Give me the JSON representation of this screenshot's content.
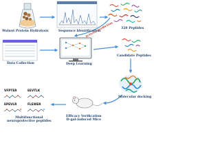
{
  "labels": {
    "walnut": "Walnut Protein Hydrolysis",
    "sequence": "Sequence Identification",
    "peptides_count": "328 Peptides",
    "data_collection": "Data Collection",
    "deep_learning": "Deep Learning",
    "candidate": "Candidate Peptides",
    "activity": "Activity prediction",
    "multifunctional": "Multifunctional\nneuroprotective peptides",
    "efficacy": "Efficacy Verification\nD-gal-induced Mice",
    "docking": "Molecular docking"
  },
  "peptides": [
    "VFPTER",
    "EEVTLK",
    "EPEVLR",
    "FLEWER"
  ],
  "colors": {
    "arrow_blue": "#4a8fd1",
    "label_navy": "#1f3f6b",
    "accent_red": "#c0392b",
    "walnut_brown": "#9b6a3c"
  }
}
